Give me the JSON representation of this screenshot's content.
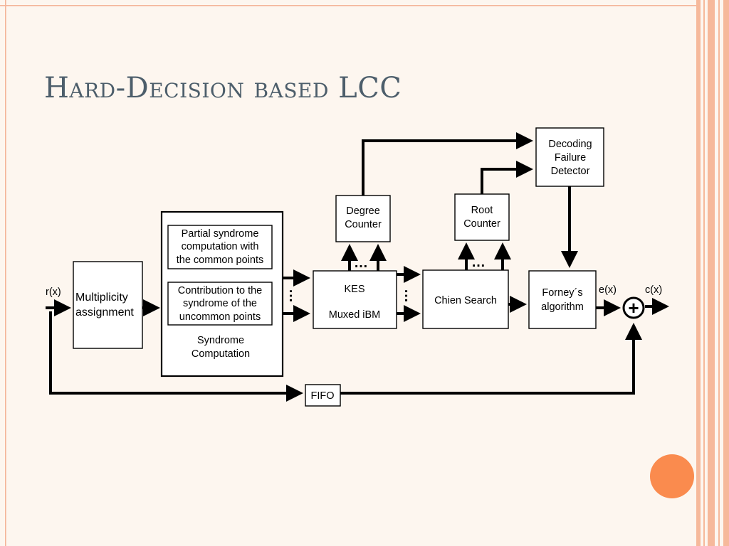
{
  "slide": {
    "title": "Hard-Decision based LCC",
    "accent_color": "#fa8b4e",
    "frame_color": "#f4b69a",
    "title_color": "#4d5e6b"
  },
  "diagram": {
    "signals": {
      "input": "r(x)",
      "error": "e(x)",
      "output": "c(x)"
    },
    "blocks": {
      "multiplicity": [
        "Multiplicity",
        "assignment"
      ],
      "partial_syndrome": [
        "Partial syndrome",
        "computation with",
        "the common points"
      ],
      "contribution": [
        "Contribution to the",
        "syndrome of the",
        "uncommon points"
      ],
      "syndrome_computation": [
        "Syndrome",
        "Computation"
      ],
      "kes": [
        "KES",
        "Muxed iBM"
      ],
      "chien": "Chien Search",
      "degree_counter": [
        "Degree",
        "Counter"
      ],
      "root_counter": [
        "Root",
        "Counter"
      ],
      "decoding_failure": [
        "Decoding",
        "Failure",
        "Detector"
      ],
      "forney": [
        "Forney´s",
        "algorithm"
      ],
      "fifo": "FIFO"
    },
    "adder_symbol": "+",
    "ellipsis": "…"
  }
}
